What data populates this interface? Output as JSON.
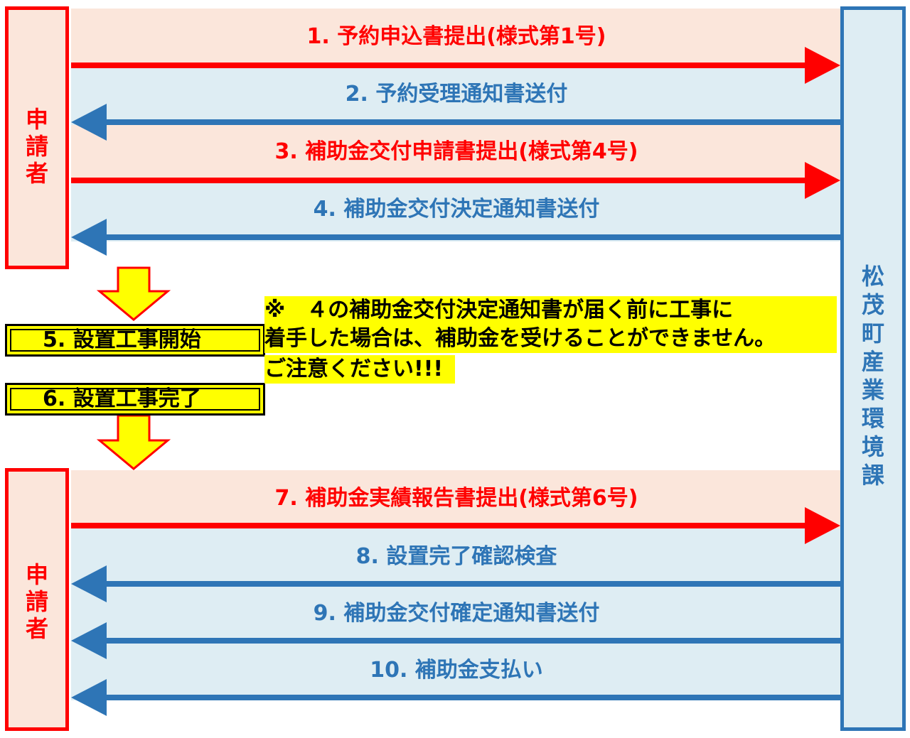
{
  "applicant_label": "申請者",
  "office_label": "松茂町産業環境課",
  "steps": {
    "s1": "1. 予約申込書提出(様式第1号)",
    "s2": "2. 予約受理通知書送付",
    "s3": "3. 補助金交付申請書提出(様式第4号)",
    "s4": "4. 補助金交付決定通知書送付",
    "s5": "5. 設置工事開始",
    "s6": "6. 設置工事完了",
    "s7": "7. 補助金実績報告書提出(様式第6号)",
    "s8": "8. 設置完了確認検査",
    "s9": "9. 補助金交付確定通知書送付",
    "s10": "10. 補助金支払い"
  },
  "note": {
    "line1": "※　４の補助金交付決定通知書が届く前に工事に",
    "line2": "着手した場合は、補助金を受けることができません。",
    "line3": "ご注意ください!!!"
  },
  "colors": {
    "red": "#ff0000",
    "blue": "#2e75b6",
    "red_band": "#fbe6db",
    "blue_band": "#deedf3",
    "yellow": "#ffff00"
  }
}
